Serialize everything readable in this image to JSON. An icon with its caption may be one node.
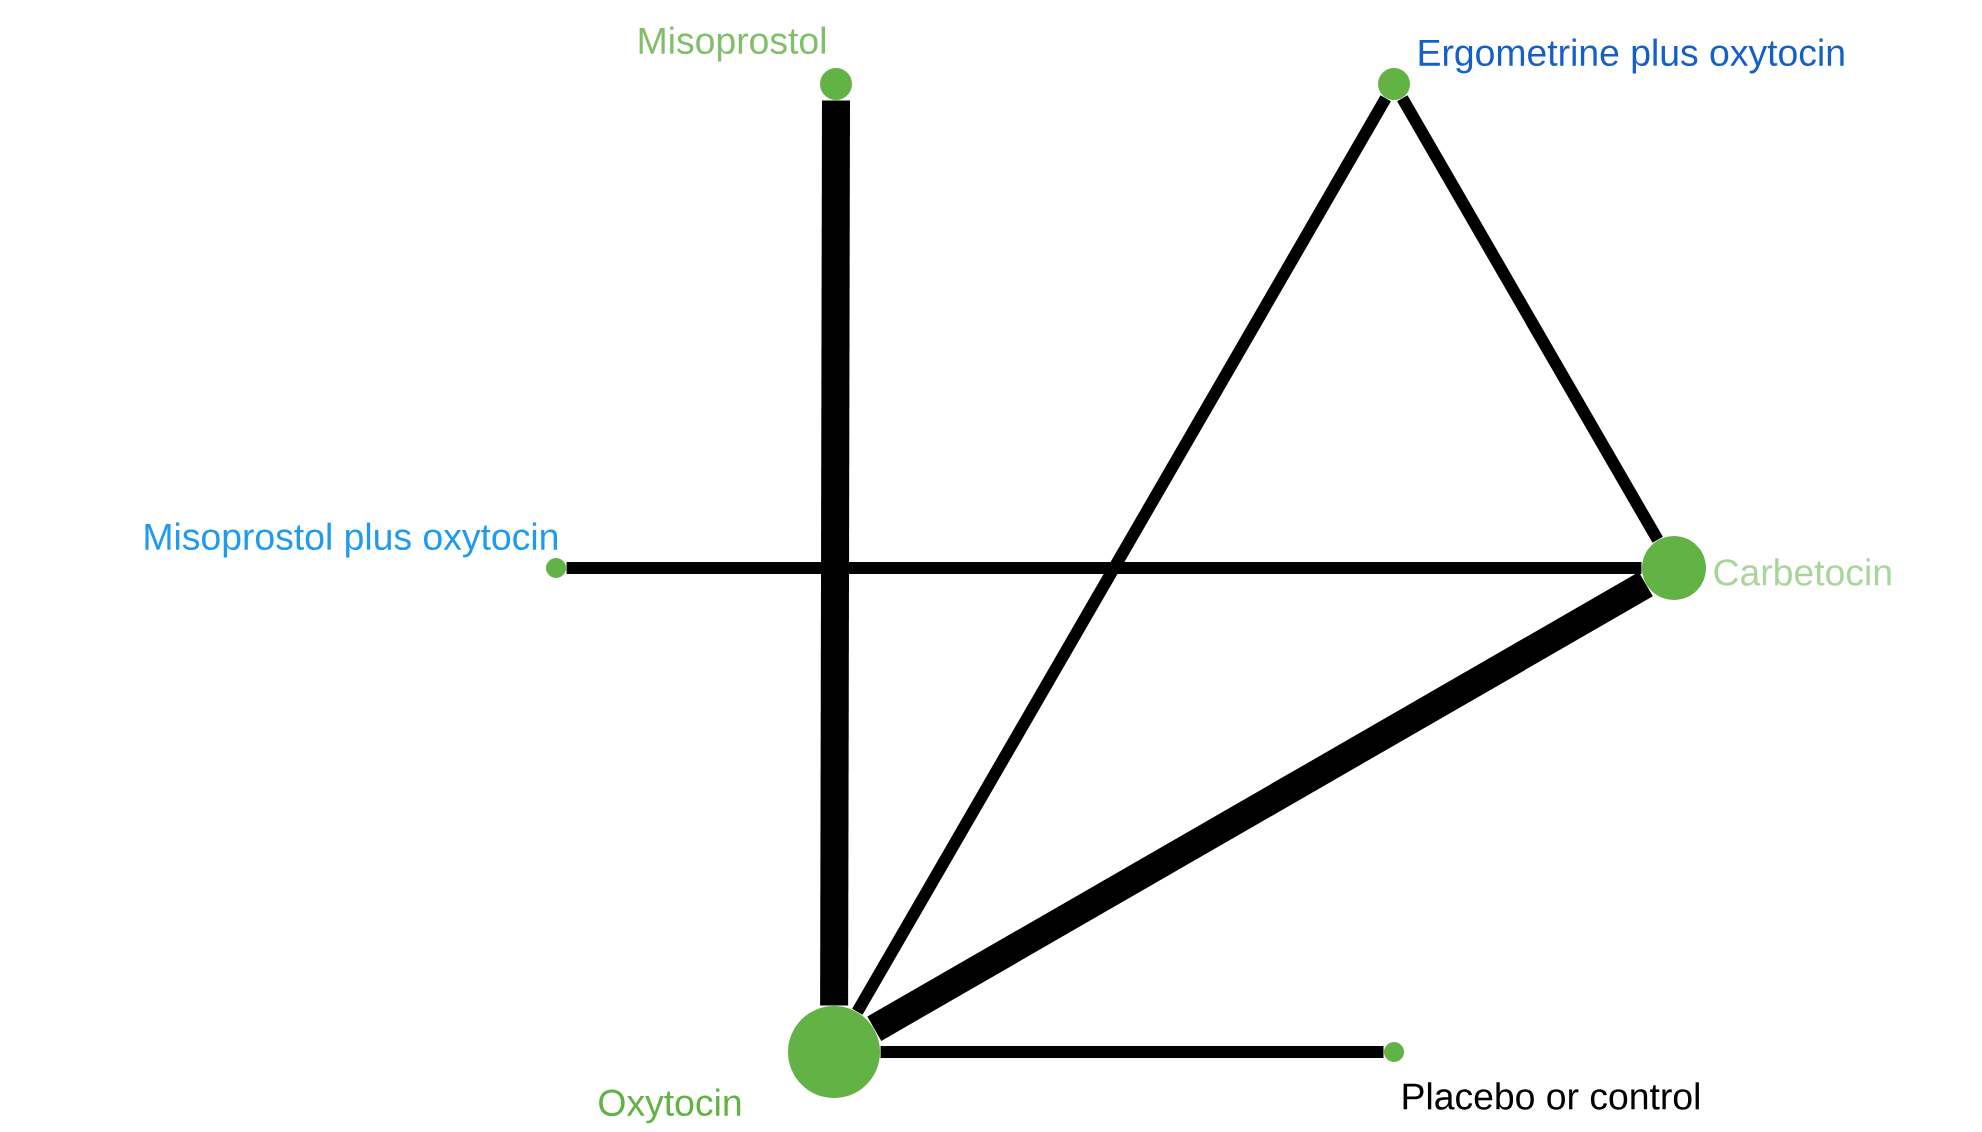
{
  "diagram": {
    "nodes": [
      {
        "text": [
          "Misoprostol"
        ]
      },
      {
        "text": [
          "Ergometrine plus oxytocin"
        ]
      },
      {
        "text": [
          "Misoprostol plus oxytocin"
        ]
      },
      {
        "text": [
          "Carbetocin"
        ]
      },
      {
        "text": [
          "Oxytocin"
        ]
      },
      {
        "text": [
          "Placebo or control"
        ]
      }
    ],
    "edges": [
      {
        "from": 0,
        "to": 4,
        "arrow": "none",
        "style": "thick"
      },
      {
        "from": 1,
        "to": 4,
        "arrow": "none"
      },
      {
        "from": 1,
        "to": 3,
        "arrow": "none"
      },
      {
        "from": 2,
        "to": 3,
        "arrow": "none"
      },
      {
        "from": 3,
        "to": 4,
        "arrow": "none",
        "style": "thick"
      },
      {
        "from": 4,
        "to": 5,
        "arrow": "none"
      }
    ]
  }
}
